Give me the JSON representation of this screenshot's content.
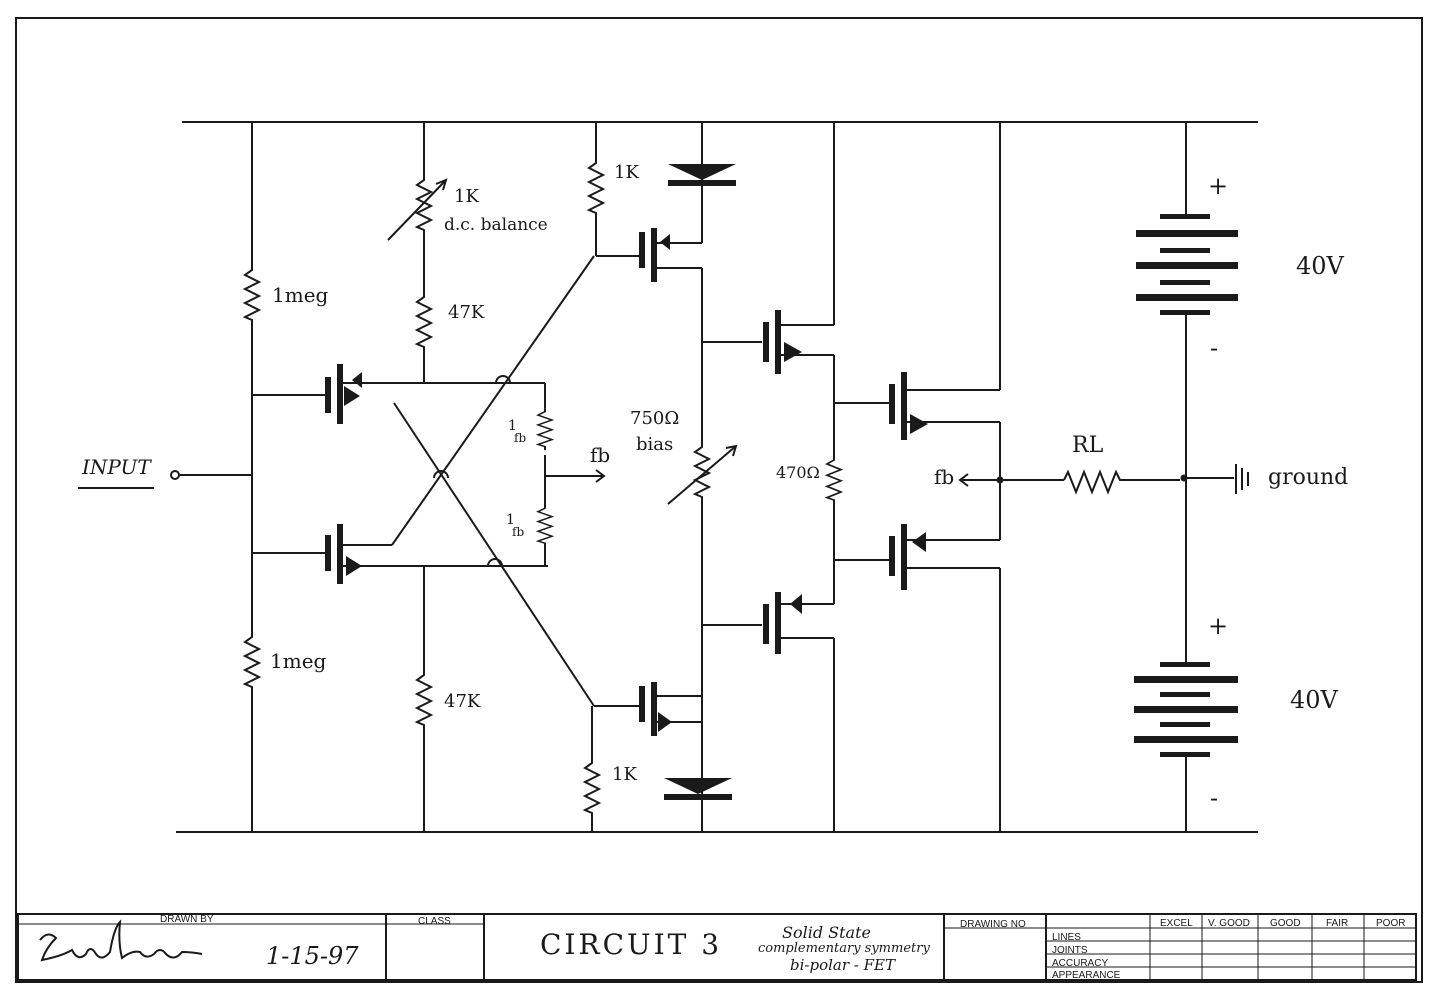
{
  "schematic": {
    "input_label": "INPUT",
    "fb_label_1": "fb",
    "fb_label_2": "fb",
    "ground_label": "ground",
    "r_1meg_top": "1meg",
    "r_1meg_bottom": "1meg",
    "r_1k_dc_value": "1K",
    "r_1k_dc_note": "d.c. balance",
    "r_47k_top": "47K",
    "r_47k_bottom": "47K",
    "r_1k_top": "1K",
    "r_1k_bottom": "1K",
    "bias_value": "750Ω",
    "bias_note": "bias",
    "r_470": "470Ω",
    "rl_label": "RL",
    "battery_top_value": "40V",
    "battery_bottom_value": "40V",
    "plus_top": "+",
    "minus_top": "-",
    "plus_bottom": "+",
    "minus_bottom": "-",
    "feedback_top_1": "1",
    "feedback_top_2": "fb",
    "feedback_bottom_1": "1",
    "feedback_bottom_2": "fb"
  },
  "title_block": {
    "drawn_by_header": "DRAWN BY",
    "class_header": "CLASS",
    "drawing_no_header": "DRAWING NO",
    "date": "1-15-97",
    "title": "CIRCUIT 3",
    "subtitle_1": "Solid State",
    "subtitle_2": "complementary symmetry",
    "subtitle_3": "bi-polar - FET",
    "grades": [
      "EXCEL",
      "V. GOOD",
      "GOOD",
      "FAIR",
      "POOR"
    ],
    "criteria": [
      "LINES",
      "JOINTS",
      "ACCURACY",
      "APPEARANCE"
    ]
  }
}
